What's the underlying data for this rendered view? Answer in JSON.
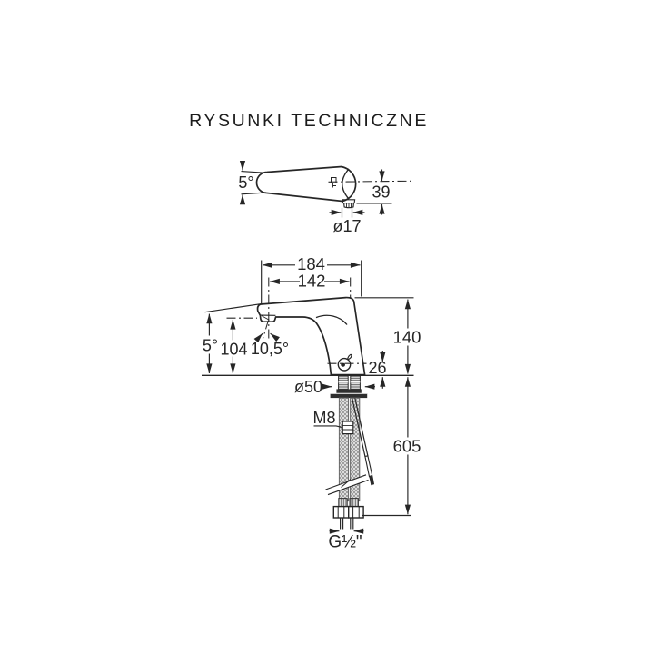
{
  "title": "RYSUNKI TECHNICZNE",
  "colors": {
    "ink": "#262626",
    "hose_gray": "#8f8f8f"
  },
  "top_view": {
    "taper_angle_label": "5°",
    "aerator_drop_label": "39",
    "aerator_diameter_label": "ø17"
  },
  "front_view": {
    "total_reach_label": "184",
    "spout_reach_label": "142",
    "spout_angle_label": "5°",
    "outlet_height_label": "104",
    "stream_angle_label": "10,5°",
    "body_height_label": "140",
    "sensor_height_label": "26",
    "base_diameter_label": "ø50",
    "fixing_stud_label": "M8",
    "hose_length_label": "605",
    "connection_thread_label": "G½\""
  }
}
